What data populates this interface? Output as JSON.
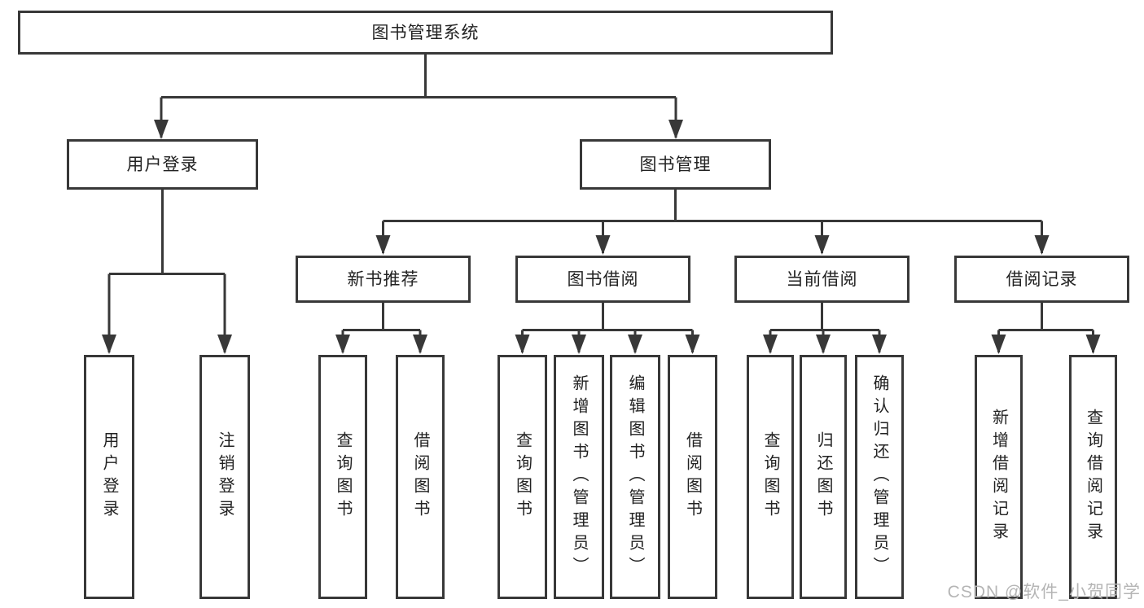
{
  "nodes": {
    "root": {
      "label": "图书管理系统"
    },
    "user_login": {
      "label": "用户登录"
    },
    "book_mgmt": {
      "label": "图书管理"
    },
    "new_book_rec": {
      "label": "新书推荐"
    },
    "book_borrow": {
      "label": "图书借阅"
    },
    "current_borrow": {
      "label": "当前借阅"
    },
    "borrow_record": {
      "label": "借阅记录"
    },
    "leaf_user_login": {
      "label": "用户登录"
    },
    "leaf_logout_login": {
      "label": "注销登录"
    },
    "leaf_query_book_rec": {
      "label": "查询图书"
    },
    "leaf_borrow_book_rec": {
      "label": "借阅图书"
    },
    "leaf_query_book_borrow": {
      "label": "查询图书"
    },
    "leaf_add_book": {
      "label": "新增图书（管理员）"
    },
    "leaf_edit_book": {
      "label": "编辑图书（管理员）"
    },
    "leaf_borrow_book_borrow": {
      "label": "借阅图书"
    },
    "leaf_query_book_current": {
      "label": "查询图书"
    },
    "leaf_return_book": {
      "label": "归还图书"
    },
    "leaf_confirm_return": {
      "label": "确认归还（管理员）"
    },
    "leaf_add_borrow_record": {
      "label": "新增借阅记录"
    },
    "leaf_query_borrow_record": {
      "label": "查询借阅记录"
    }
  },
  "hierarchy": {
    "图书管理系统": {
      "用户登录": [
        "用户登录",
        "注销登录"
      ],
      "图书管理": {
        "新书推荐": [
          "查询图书",
          "借阅图书"
        ],
        "图书借阅": [
          "查询图书",
          "新增图书（管理员）",
          "编辑图书（管理员）",
          "借阅图书"
        ],
        "当前借阅": [
          "查询图书",
          "归还图书",
          "确认归还（管理员）"
        ],
        "借阅记录": [
          "新增借阅记录",
          "查询借阅记录"
        ]
      }
    }
  },
  "watermark": {
    "text": "CSDN @软件_小贺同学"
  },
  "colors": {
    "line": "#383838",
    "text": "#222222",
    "box_background": "#ffffff",
    "page_background": "#ffffff",
    "watermark": "#b5b5b5"
  }
}
